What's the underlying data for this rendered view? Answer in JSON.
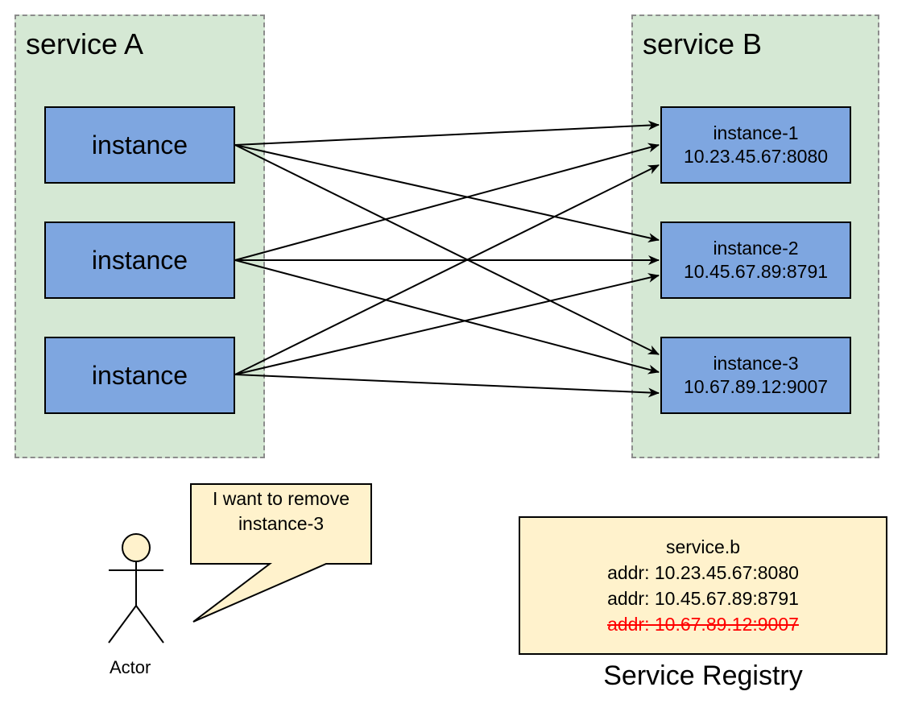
{
  "service_a": {
    "title": "service A",
    "instances": [
      "instance",
      "instance",
      "instance"
    ]
  },
  "service_b": {
    "title": "service B",
    "instances": [
      {
        "name": "instance-1",
        "addr": "10.23.45.67:8080"
      },
      {
        "name": "instance-2",
        "addr": "10.45.67.89:8791"
      },
      {
        "name": "instance-3",
        "addr": "10.67.89.12:9007"
      }
    ]
  },
  "actor": {
    "label": "Actor",
    "speech_line1": "I want to remove",
    "speech_line2": "instance-3"
  },
  "registry": {
    "service": "service.b",
    "entries": [
      {
        "text": "addr: 10.23.45.67:8080",
        "removed": false
      },
      {
        "text": "addr: 10.45.67.89:8791",
        "removed": false
      },
      {
        "text": "addr: 10.67.89.12:9007",
        "removed": true
      }
    ],
    "label": "Service Registry"
  },
  "colors": {
    "group_fill": "#d5e8d4",
    "instance_fill": "#7ea6e0",
    "note_fill": "#fff2cc",
    "removed_text": "#ff0000"
  }
}
